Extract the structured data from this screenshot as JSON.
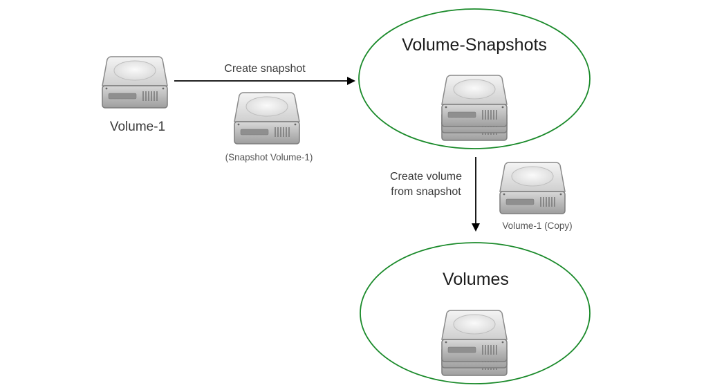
{
  "diagram": {
    "volume_label": "Volume-1",
    "arrow_snapshot_label": "Create snapshot",
    "snapshot_item_label": "(Snapshot Volume-1)",
    "snapshots_group_title": "Volume-Snapshots",
    "arrow_volume_label_line1": "Create volume",
    "arrow_volume_label_line2": "from snapshot",
    "copy_item_label": "Volume-1 (Copy)",
    "volumes_group_title": "Volumes"
  },
  "colors": {
    "group_outline": "#1a8a2a",
    "arrow": "#000000",
    "drive_body": "#d6d6d6",
    "drive_outline": "#7d7d7d"
  },
  "icons": [
    "hard-drive-icon",
    "stacked-drives-icon",
    "arrow-right",
    "arrow-down"
  ]
}
